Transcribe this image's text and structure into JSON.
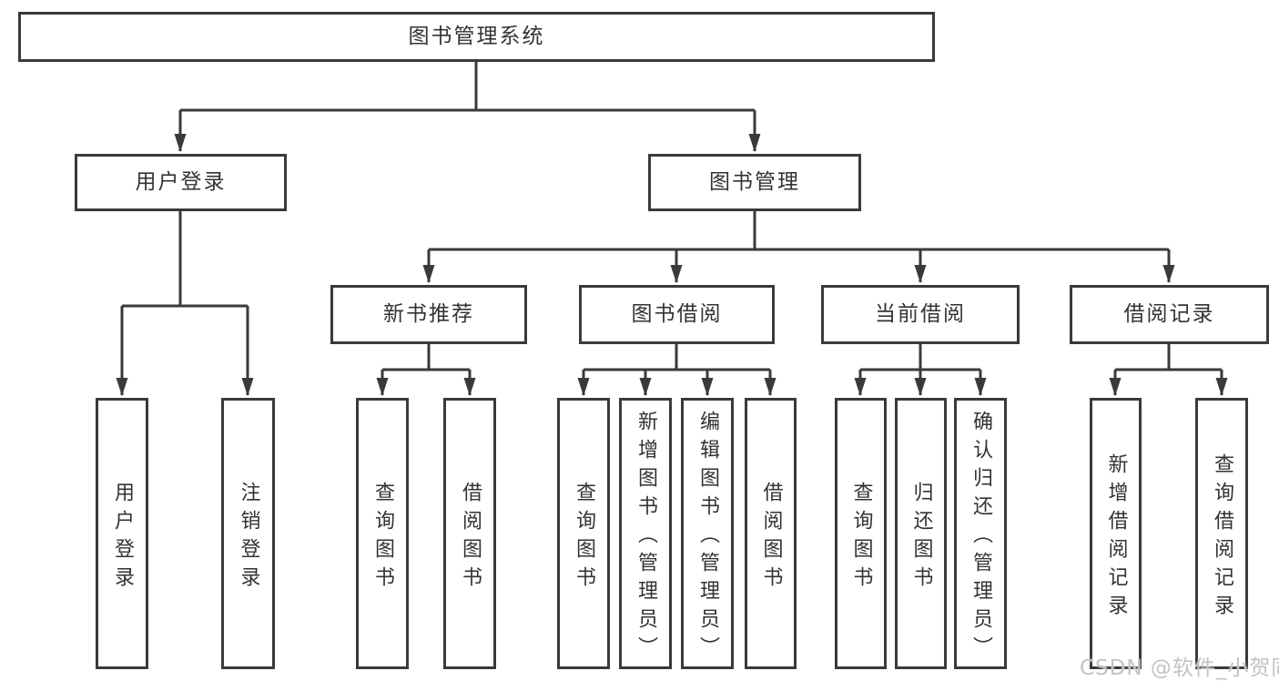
{
  "diagram": {
    "title": "图书管理系统",
    "tree": {
      "root": {
        "label": "图书管理系统"
      },
      "branches": [
        {
          "label": "用户登录",
          "children": [
            {
              "label": "用户登录"
            },
            {
              "label": "注销登录"
            }
          ]
        },
        {
          "label": "图书管理",
          "children": [
            {
              "label": "新书推荐",
              "children": [
                {
                  "label": "查询图书"
                },
                {
                  "label": "借阅图书"
                }
              ]
            },
            {
              "label": "图书借阅",
              "children": [
                {
                  "label": "查询图书"
                },
                {
                  "label": "新增图书（管理员）"
                },
                {
                  "label": "编辑图书（管理员）"
                },
                {
                  "label": "借阅图书"
                }
              ]
            },
            {
              "label": "当前借阅",
              "children": [
                {
                  "label": "查询图书"
                },
                {
                  "label": "归还图书"
                },
                {
                  "label": "确认归还（管理员）"
                }
              ]
            },
            {
              "label": "借阅记录",
              "children": [
                {
                  "label": "新增借阅记录"
                },
                {
                  "label": "查询借阅记录"
                }
              ]
            }
          ]
        }
      ]
    }
  },
  "watermark": {
    "text": "CSDN @软件_小贺同学"
  },
  "colors": {
    "line": "#3a3a3a",
    "text": "#333333",
    "watermark": "#c3c3c3",
    "background": "#ffffff"
  }
}
